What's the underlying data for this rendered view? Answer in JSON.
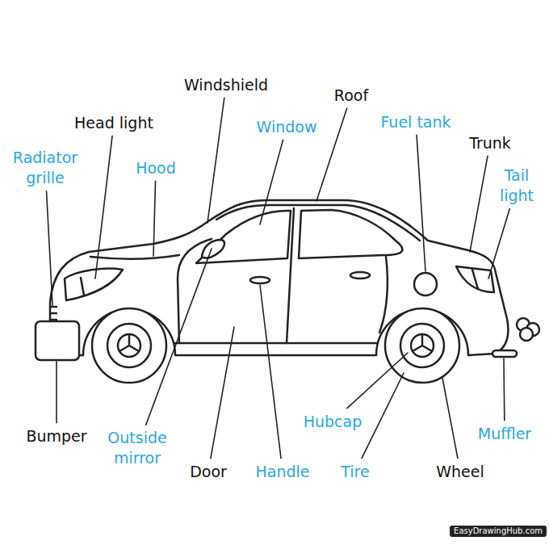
{
  "diagram": {
    "labels": [
      "Windshield",
      "Roof",
      "Head light",
      "Window",
      "Fuel tank",
      "Trunk",
      "Radiator grille",
      "Hood",
      "Tail light",
      "Bumper",
      "Outside mirror",
      "Hubcap",
      "Muffler",
      "Door",
      "Handle",
      "Tire",
      "Wheel",
      "EasyDrawingHub.com"
    ]
  }
}
